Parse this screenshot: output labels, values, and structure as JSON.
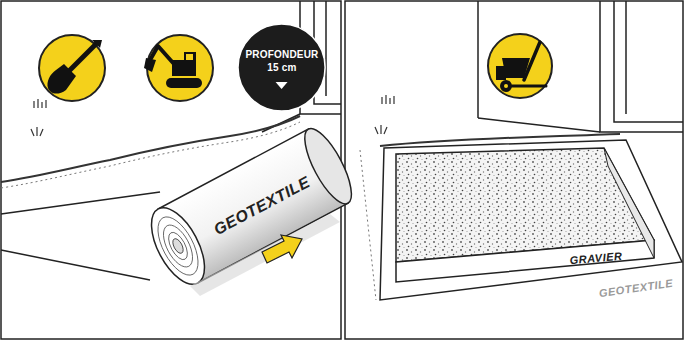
{
  "diagram": {
    "nodes": [
      {
        "text": [
          "PROFONDEUR 15 cm"
        ]
      }
    ],
    "labels": [
      "GEOTEXTILE",
      "GRAVIER",
      "GEOTEXTILE"
    ]
  }
}
